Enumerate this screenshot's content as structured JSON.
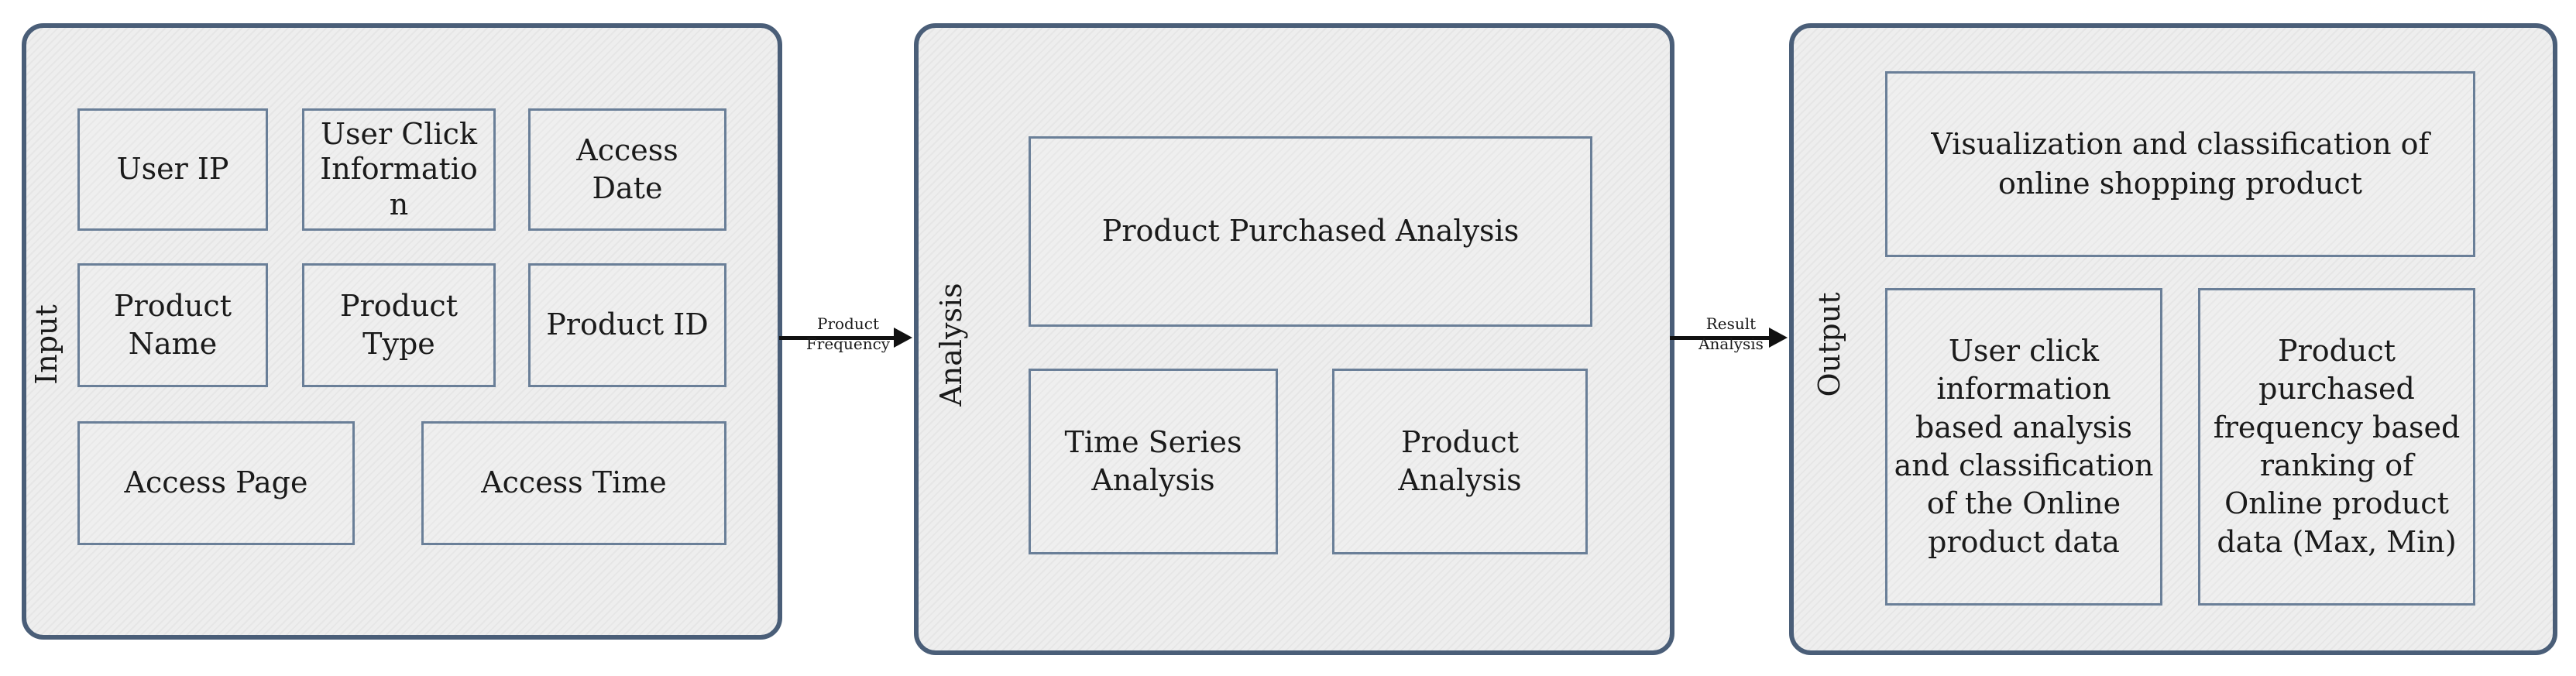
{
  "input": {
    "label": "Input",
    "boxes": [
      "User IP",
      "User Click\nInformatio\nn",
      "Access Date",
      "Product\nName",
      "Product\nType",
      "Product ID",
      "Access Page",
      "Access Time"
    ]
  },
  "connector1": {
    "label": "Product\nFrequency"
  },
  "analysis": {
    "label": "Analysis",
    "boxes": [
      "Product Purchased Analysis",
      "Time Series\nAnalysis",
      "Product\nAnalysis"
    ]
  },
  "connector2": {
    "label": "Result\nAnalysis"
  },
  "output": {
    "label": "Output",
    "boxes": [
      "Visualization and classification of\nonline shopping product",
      "User click\ninformation\nbased analysis\nand classification\nof the Online\nproduct data",
      "Product\npurchased\nfrequency based\nranking of\nOnline product\ndata (Max, Min)"
    ]
  }
}
